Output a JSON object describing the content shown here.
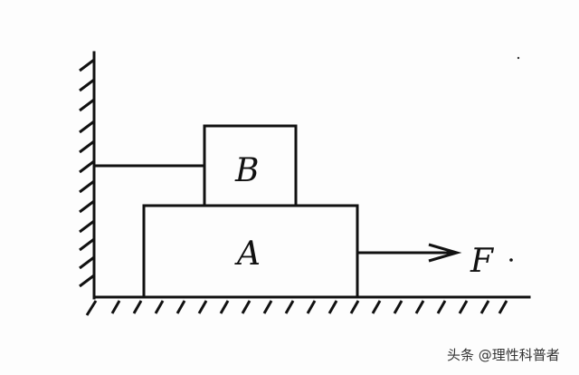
{
  "diagram": {
    "blocks": [
      {
        "id": "A",
        "label": "A"
      },
      {
        "id": "B",
        "label": "B"
      }
    ],
    "force": {
      "label": "F",
      "direction": "right"
    },
    "string": {
      "from": "wall",
      "to": "B"
    }
  },
  "watermark": {
    "text": "头条 @理性科普者"
  },
  "colors": {
    "line": "#111111",
    "background": "#fdfdfd"
  }
}
